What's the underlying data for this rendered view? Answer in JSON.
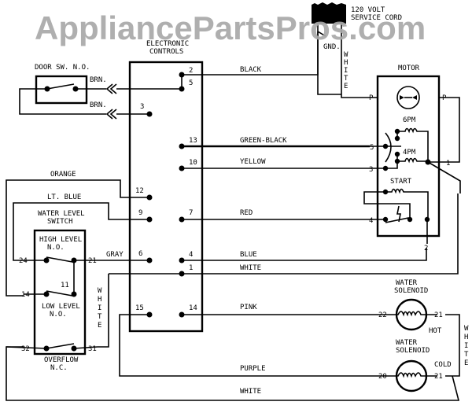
{
  "watermark": "AppliancePartsPros.com",
  "service_cord": {
    "line1": "120 VOLT",
    "line2": "SERVICE CORD",
    "ground": "GND."
  },
  "controls": {
    "title1": "ELECTRONIC",
    "title2": "CONTROLS"
  },
  "door_switch": {
    "label": "DOOR SW. N.O.",
    "wire1": "BRN.",
    "wire2": "BRN."
  },
  "motor": {
    "title": "MOTOR",
    "p_left": "P",
    "p_right": "P",
    "winding_6pm": "6PM",
    "winding_4pm": "4PM",
    "start": "START"
  },
  "water_level_switch": {
    "title1": "WATER LEVEL",
    "title2": "SWITCH",
    "high_level1": "HIGH LEVEL",
    "high_level2": "N.O.",
    "low_level1": "LOW LEVEL",
    "low_level2": "N.O.",
    "overflow1": "OVERFLOW",
    "overflow2": "N.C."
  },
  "solenoids": {
    "hot": {
      "title1": "WATER",
      "title2": "SOLENOID",
      "tag": "HOT",
      "term_in": "22",
      "term_out": "21"
    },
    "cold": {
      "title1": "WATER",
      "title2": "SOLENOID",
      "tag": "COLD",
      "term_in": "20",
      "term_out": "21"
    }
  },
  "wires": {
    "black": "BLACK",
    "green_black": "GREEN-BLACK",
    "yellow": "YELLOW",
    "orange": "ORANGE",
    "lt_blue": "LT. BLUE",
    "red": "RED",
    "gray": "GRAY",
    "blue": "BLUE",
    "white_mid": "WHITE",
    "pink": "PINK",
    "purple": "PURPLE",
    "white_bottom": "WHITE",
    "white_vert_top": "WHITE",
    "white_vert_left": "WHITE",
    "white_vert_right": "WHITE"
  },
  "terminals": {
    "c2": "2",
    "c5": "5",
    "c3": "3",
    "c13": "13",
    "c10": "10",
    "c12": "12",
    "c9": "9",
    "c7": "7",
    "c6": "6",
    "c4": "4",
    "c1": "1",
    "c15": "15",
    "c14": "14",
    "m5": "5",
    "m3": "3",
    "m4": "4",
    "m1": "1",
    "m2": "2",
    "s24": "24",
    "s21": "21",
    "s11": "11",
    "s14": "14",
    "s32": "32",
    "s31": "31"
  }
}
